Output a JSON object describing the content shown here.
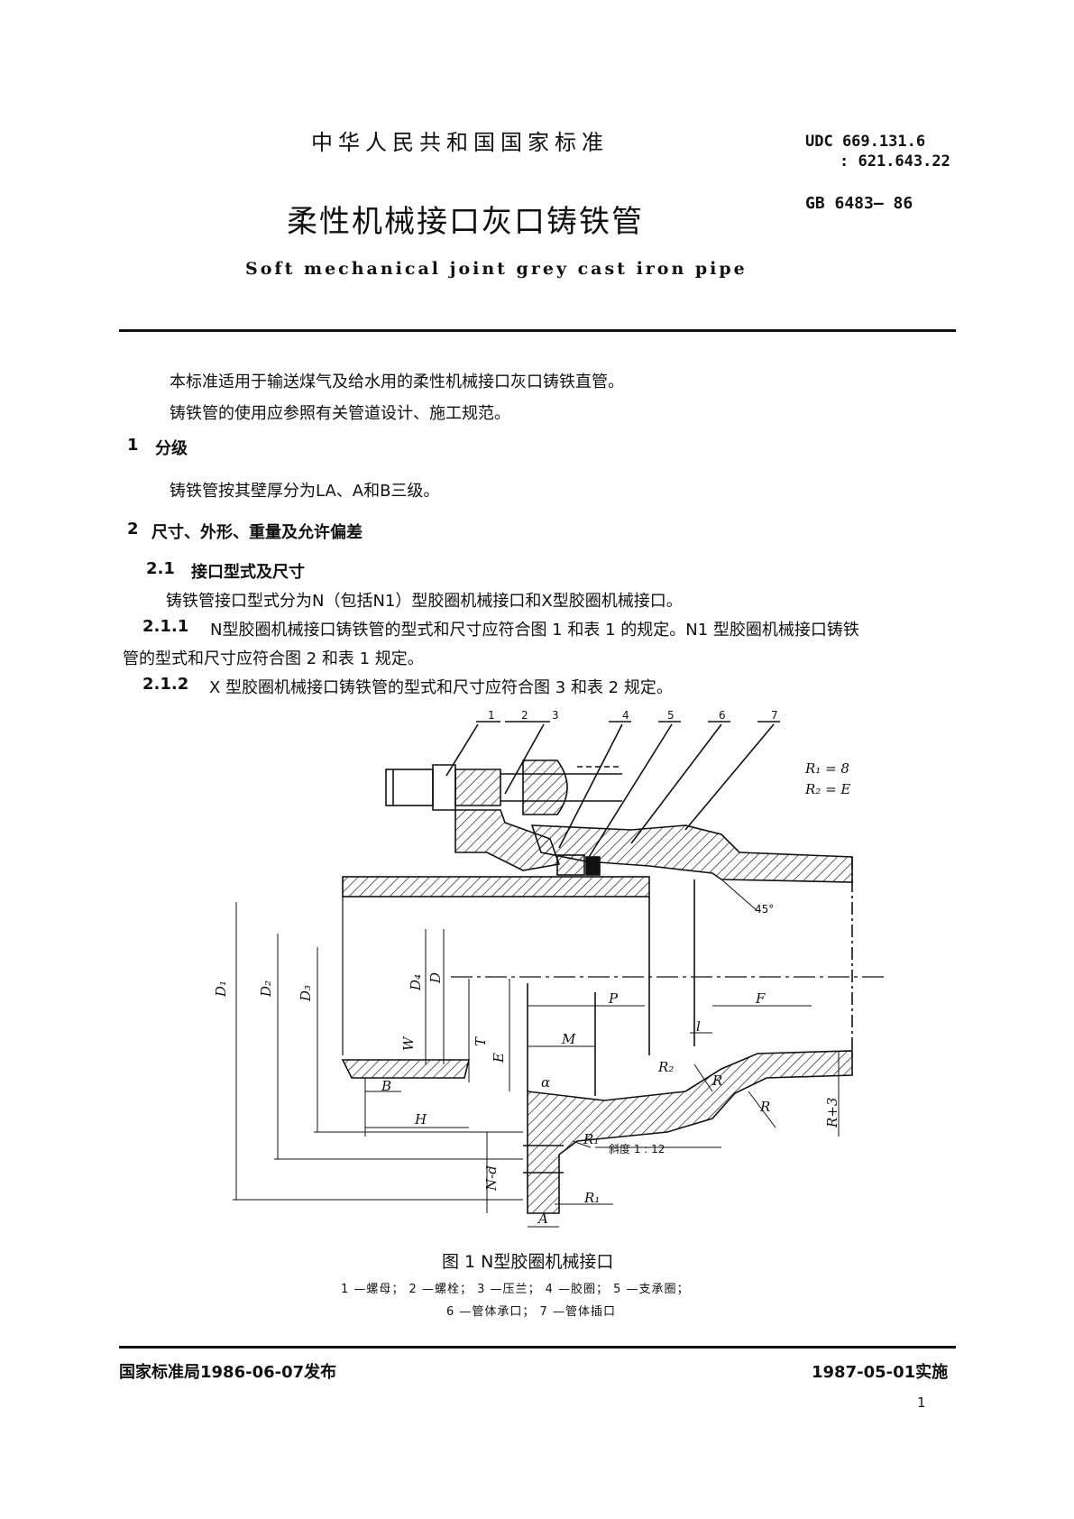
{
  "header": {
    "national_standard": "中华人民共和国国家标准",
    "udc_line1": "UDC 669.131.6",
    "udc_line2": ": 621.643.22",
    "gb_code": "GB 6483— 86",
    "title_cn": "柔性机械接口灰口铸铁管",
    "title_en": "Soft mechanical joint grey cast iron pipe"
  },
  "body": {
    "intro1": "本标准适用于输送煤气及给水用的柔性机械接口灰口铸铁直管。",
    "intro2": "铸铁管的使用应参照有关管道设计、施工规范。",
    "s1_num": "1",
    "s1_title": "分级",
    "s1_text": "铸铁管按其壁厚分为LA、A和B三级。",
    "s2_num": "2",
    "s2_title": "尺寸、外形、重量及允许偏差",
    "s21_num": "2.1",
    "s21_title": "接口型式及尺寸",
    "s21_text": "铸铁管接口型式分为N（包括N1）型胶圈机械接口和X型胶圈机械接口。",
    "s211_num": "2.1.1",
    "s211_text_a": "N型胶圈机械接口铸铁管的型式和尺寸应符合图 1 和表 1 的规定。N1 型胶圈机械接口铸铁",
    "s211_text_b": "管的型式和尺寸应符合图 2 和表 1 规定。",
    "s212_num": "2.1.2",
    "s212_text": "X 型胶圈机械接口铸铁管的型式和尺寸应符合图 3 和表 2 规定。"
  },
  "figure": {
    "callouts": [
      "1",
      "2",
      "3",
      "4",
      "5",
      "6",
      "7"
    ],
    "r1_note": "R₁ = 8",
    "r2_note": "R₂ = E",
    "angle": "45°",
    "taper": "斜度 1 : 12",
    "labels": {
      "D1": "D₁",
      "D2": "D₂",
      "D3": "D₃",
      "D4": "D₄",
      "D": "D",
      "W": "W",
      "T": "T",
      "E": "E",
      "B": "B",
      "H": "H",
      "P": "P",
      "M": "M",
      "F": "F",
      "l": "l",
      "R": "R",
      "R1": "R₁",
      "R2": "R₂",
      "R3": "R+3",
      "alpha": "α",
      "Nd": "N-d",
      "A": "A"
    },
    "caption": "图 1   N型胶圈机械接口",
    "legend1": "1 —螺母；  2 —螺栓；  3 —压兰；  4 —胶圈；  5 —支承圈；",
    "legend2": "6 —管体承口；  7 —管体插口"
  },
  "footer": {
    "issued": "国家标准局1986-06-07发布",
    "effective": "1987-05-01实施",
    "page": "1"
  }
}
